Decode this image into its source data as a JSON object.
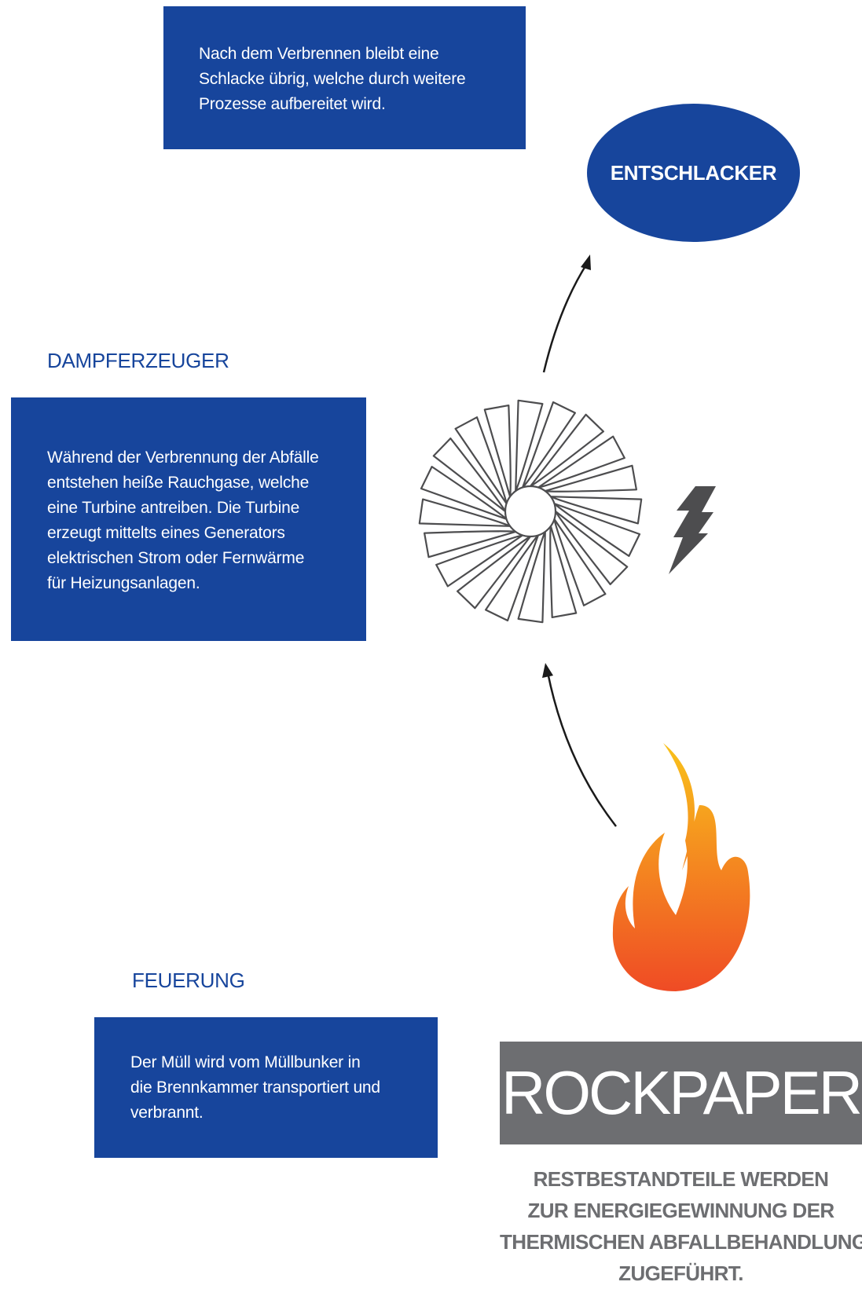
{
  "slag_box": {
    "lines": [
      "Nach dem Verbrennen bleibt eine",
      "Schlacke übrig, welche durch weitere",
      "Prozesse aufbereitet wird."
    ]
  },
  "slag_remover": {
    "label": "ENTSCHLACKER"
  },
  "steam_generator": {
    "heading": "DAMPFERZEUGER",
    "lines": [
      "Während der Verbrennung der Abfälle",
      "entstehen heiße Rauchgase, welche",
      "eine Turbine antreiben. Die Turbine",
      "erzeugt mittelts eines Generators",
      "elektrischen Strom oder Fernwärme",
      "für Heizungsanlagen."
    ]
  },
  "firing": {
    "heading": "FEUERUNG",
    "lines": [
      "Der Müll wird vom Müllbunker in",
      "die Brennkammer transportiert und",
      "verbrannt."
    ]
  },
  "logo": {
    "text": "ROCKPAPER"
  },
  "tagline": {
    "lines": [
      "RESTBESTANDTEILE WERDEN",
      "ZUR ENERGIEGEWINNUNG DER",
      "THERMISCHEN ABFALLBEHANDLUNG",
      "ZUGEFÜHRT."
    ]
  },
  "icons": [
    "turbine-icon",
    "lightning-bolt-icon",
    "flame-icon",
    "arrow-up-icon"
  ],
  "colors": {
    "brand_blue": "#17459c",
    "logo_gray": "#6d6e71",
    "icon_gray": "#4d4d4f",
    "flame_top": "#f9c21b",
    "flame_bottom": "#ef4b25"
  }
}
